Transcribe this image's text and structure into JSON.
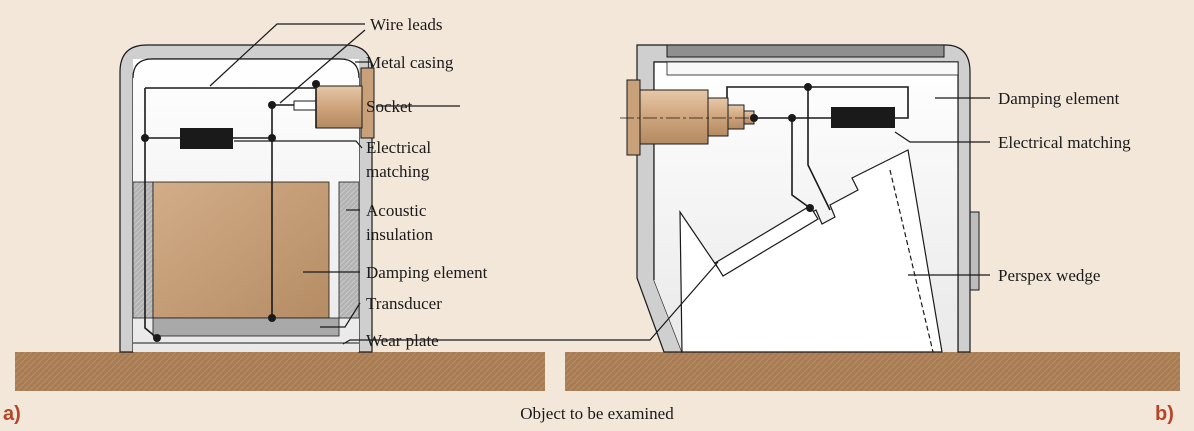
{
  "colors": {
    "background": "#f3e7d9",
    "casing": "#cfcfcf",
    "wood": "#c19a74",
    "ground": "#a87d55",
    "matching": "#1a1a1a",
    "panel_label": "#b5462a"
  },
  "panel_a": {
    "tag": "a)",
    "labels": {
      "wire_leads": "Wire leads",
      "metal_casing": "Metal casing",
      "socket": "Socket",
      "electrical_matching_1": "Electrical",
      "electrical_matching_2": "matching",
      "acoustic_insulation_1": "Acoustic",
      "acoustic_insulation_2": "insulation",
      "damping_element": "Damping element",
      "transducer": "Transducer",
      "wear_plate": "Wear plate"
    }
  },
  "panel_b": {
    "tag": "b)",
    "labels": {
      "damping_element": "Damping element",
      "electrical_matching": "Electrical matching",
      "perspex_wedge": "Perspex wedge"
    }
  },
  "caption": "Object to be examined"
}
